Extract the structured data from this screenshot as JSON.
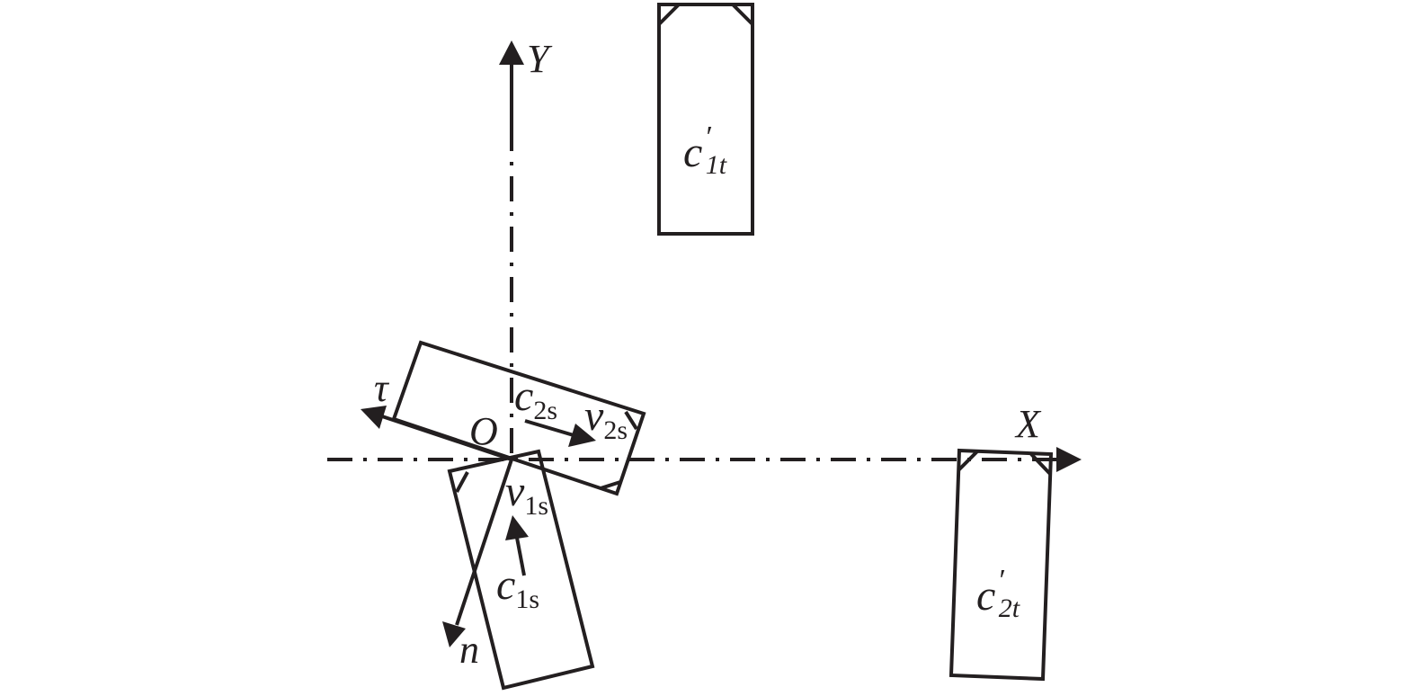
{
  "diagram": {
    "type": "vehicle-collision-coordinate-diagram",
    "stroke_color": "#231f20",
    "background": "#ffffff",
    "axes": {
      "x_label": "X",
      "y_label": "Y",
      "origin_label": "O"
    },
    "vectors": {
      "tau": {
        "label": "τ"
      },
      "n": {
        "label": "n"
      },
      "v2s": {
        "main": "v",
        "sub": "2s"
      },
      "v1s": {
        "main": "v",
        "sub": "1s"
      }
    },
    "vehicles": {
      "c1t": {
        "main": "c",
        "prime": "′",
        "sub": "1t"
      },
      "c2t": {
        "main": "c",
        "prime": "′",
        "sub": "2t"
      },
      "c2s": {
        "main": "c",
        "sub": "2s"
      },
      "c1s": {
        "main": "c",
        "sub": "1s"
      }
    }
  }
}
